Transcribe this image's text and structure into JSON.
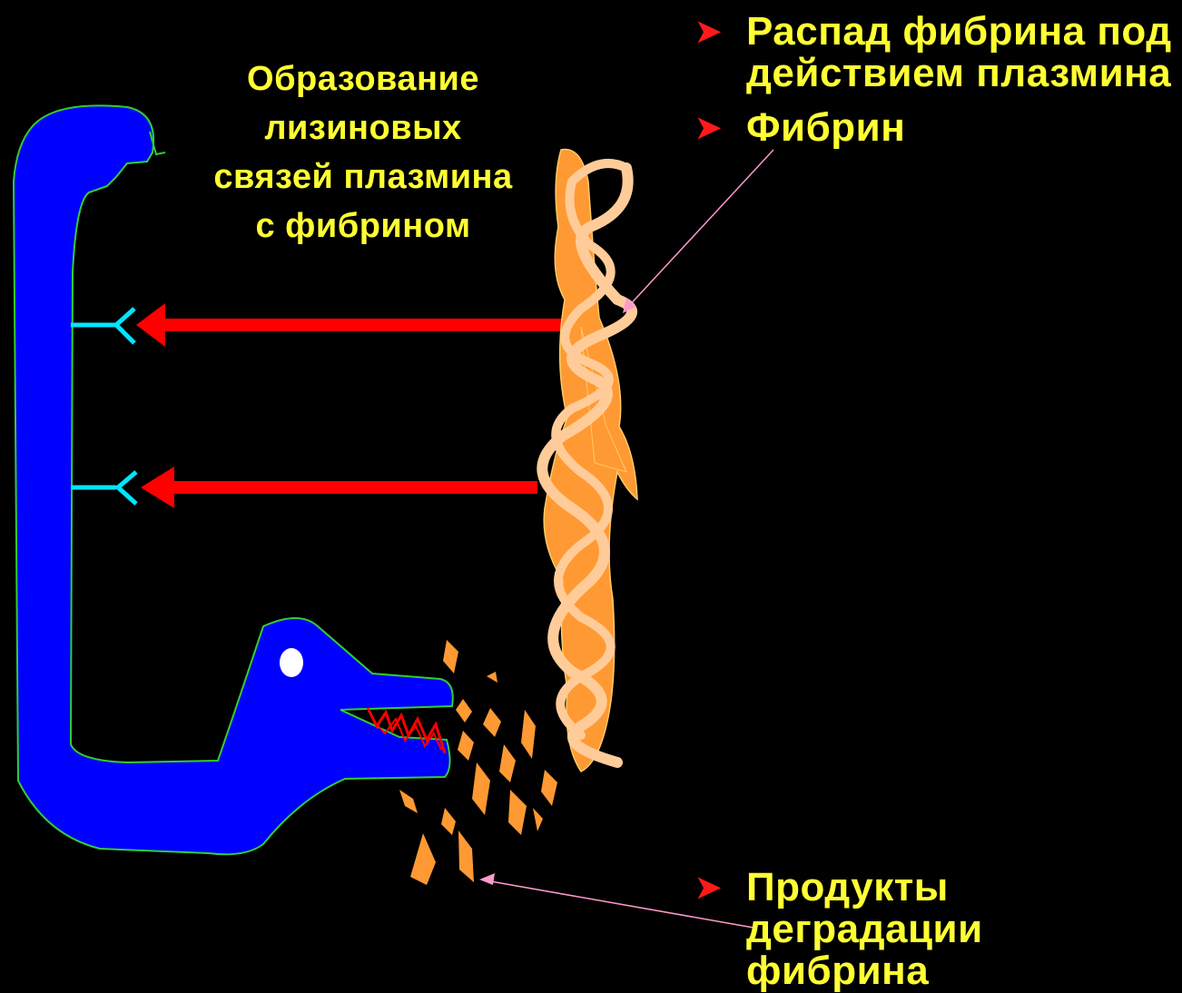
{
  "title_lines": [
    "Образование",
    "лизиновых",
    "связей плазмина",
    "с фибрином"
  ],
  "bullets": {
    "line1": "Распад фибрина под",
    "line2": "действием плазмина",
    "fibrin": "Фибрин",
    "products_line1": "Продукты деградации",
    "products_line2": "фибрина"
  },
  "bullet_marker": "➤",
  "colors": {
    "background": "#000000",
    "text": "#ffff33",
    "marker": "#ff1a1a",
    "plasmin_body": "#0000ff",
    "plasmin_outline": "#33cc33",
    "receptor": "#00e5ff",
    "arrow": "#ff0000",
    "fibrin_band": "#ff9933",
    "fibrin_strand": "#ffcc99",
    "pointer": "#ff99cc"
  }
}
